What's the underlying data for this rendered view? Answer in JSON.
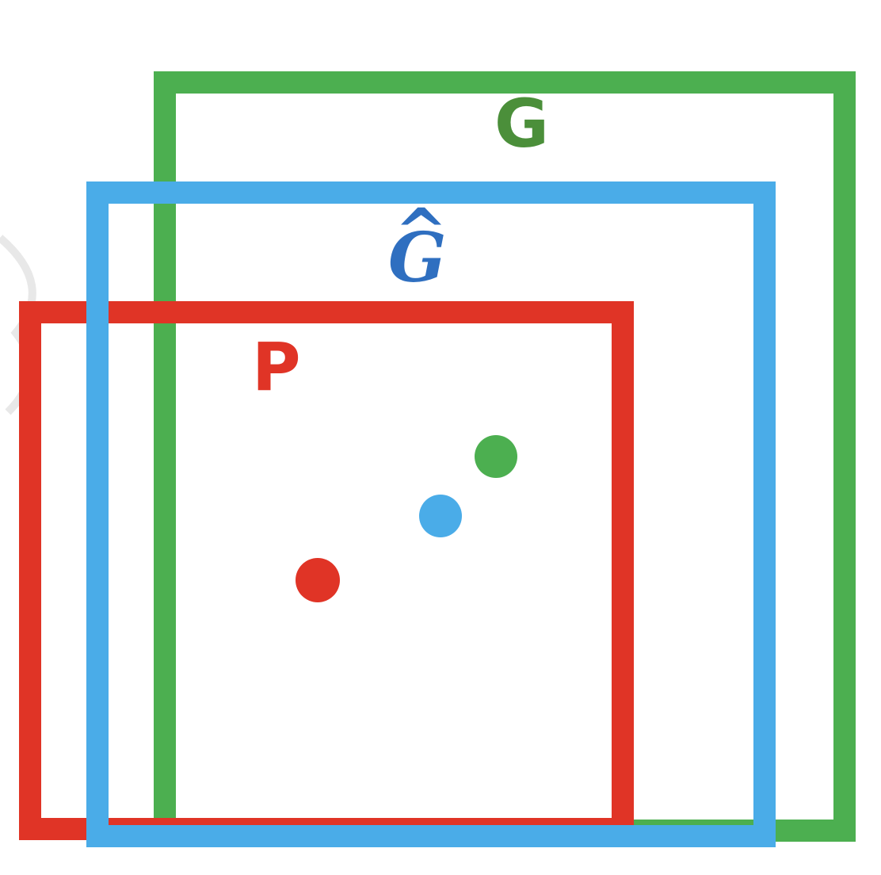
{
  "diagram": {
    "boxes": [
      {
        "id": "ground-truth",
        "label": "G",
        "color": "#4caf50"
      },
      {
        "id": "prediction-refined",
        "label": "G",
        "label_accent": "^",
        "color": "#4aace8"
      },
      {
        "id": "proposal",
        "label": "P",
        "color": "#e03426"
      }
    ],
    "centers": [
      {
        "box": "ground-truth",
        "color": "#4caf50"
      },
      {
        "box": "prediction-refined",
        "color": "#4aace8"
      },
      {
        "box": "proposal",
        "color": "#e03426"
      }
    ]
  }
}
